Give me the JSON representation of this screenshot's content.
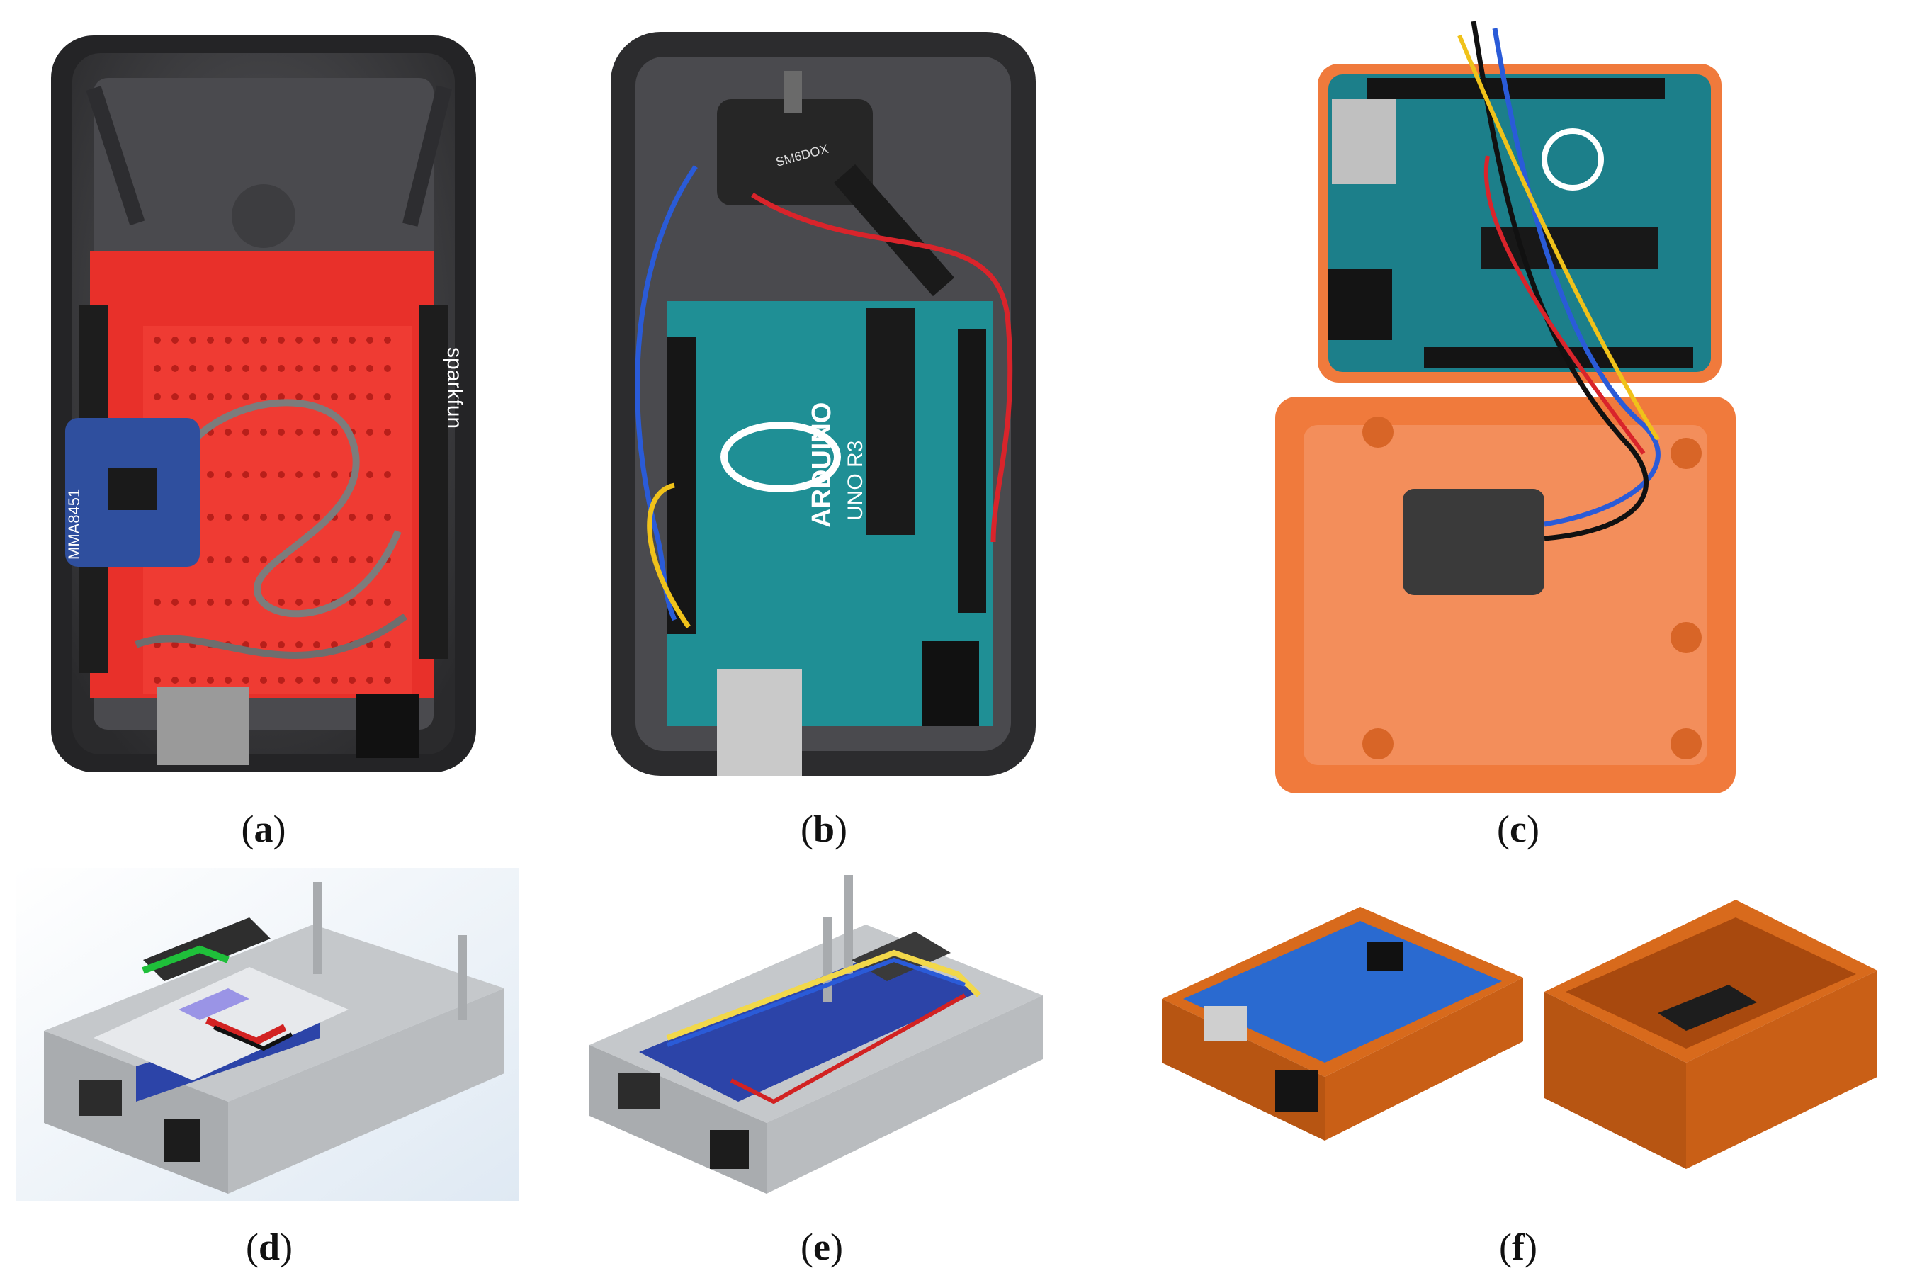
{
  "figure": {
    "panels": [
      {
        "id": "a",
        "label": "a",
        "kind": "photo",
        "description_tag": "black enclosure with red breadboard shield and accelerometer breakout",
        "colors": {
          "case": "#3a3a3c",
          "shield": "#e8302a",
          "sensor": "#2f4f9e"
        },
        "printed_text": [
          "sparkfun",
          "MMA8451"
        ]
      },
      {
        "id": "b",
        "label": "b",
        "kind": "photo",
        "colors": {
          "case": "#3a3a3c",
          "board": "#1f8f95",
          "sensor": "#2b2b2b"
        },
        "printed_text": [
          "ARDUINO",
          "UNO R3",
          "SM6DOX"
        ]
      },
      {
        "id": "c",
        "label": "c",
        "kind": "photo",
        "colors": {
          "case": "#f07a3c",
          "board": "#1c7f8a"
        }
      },
      {
        "id": "d",
        "label": "d",
        "kind": "cad-render",
        "colors": {
          "case": "#b9bcbf",
          "board": "#2c44a8",
          "shield": "#e7e9ec"
        }
      },
      {
        "id": "e",
        "label": "e",
        "kind": "cad-render",
        "colors": {
          "case": "#b9bcbf",
          "board": "#2c44a8"
        }
      },
      {
        "id": "f",
        "label": "f",
        "kind": "cad-render",
        "colors": {
          "case": "#d86a1c",
          "board": "#2a6ad0"
        }
      }
    ]
  }
}
